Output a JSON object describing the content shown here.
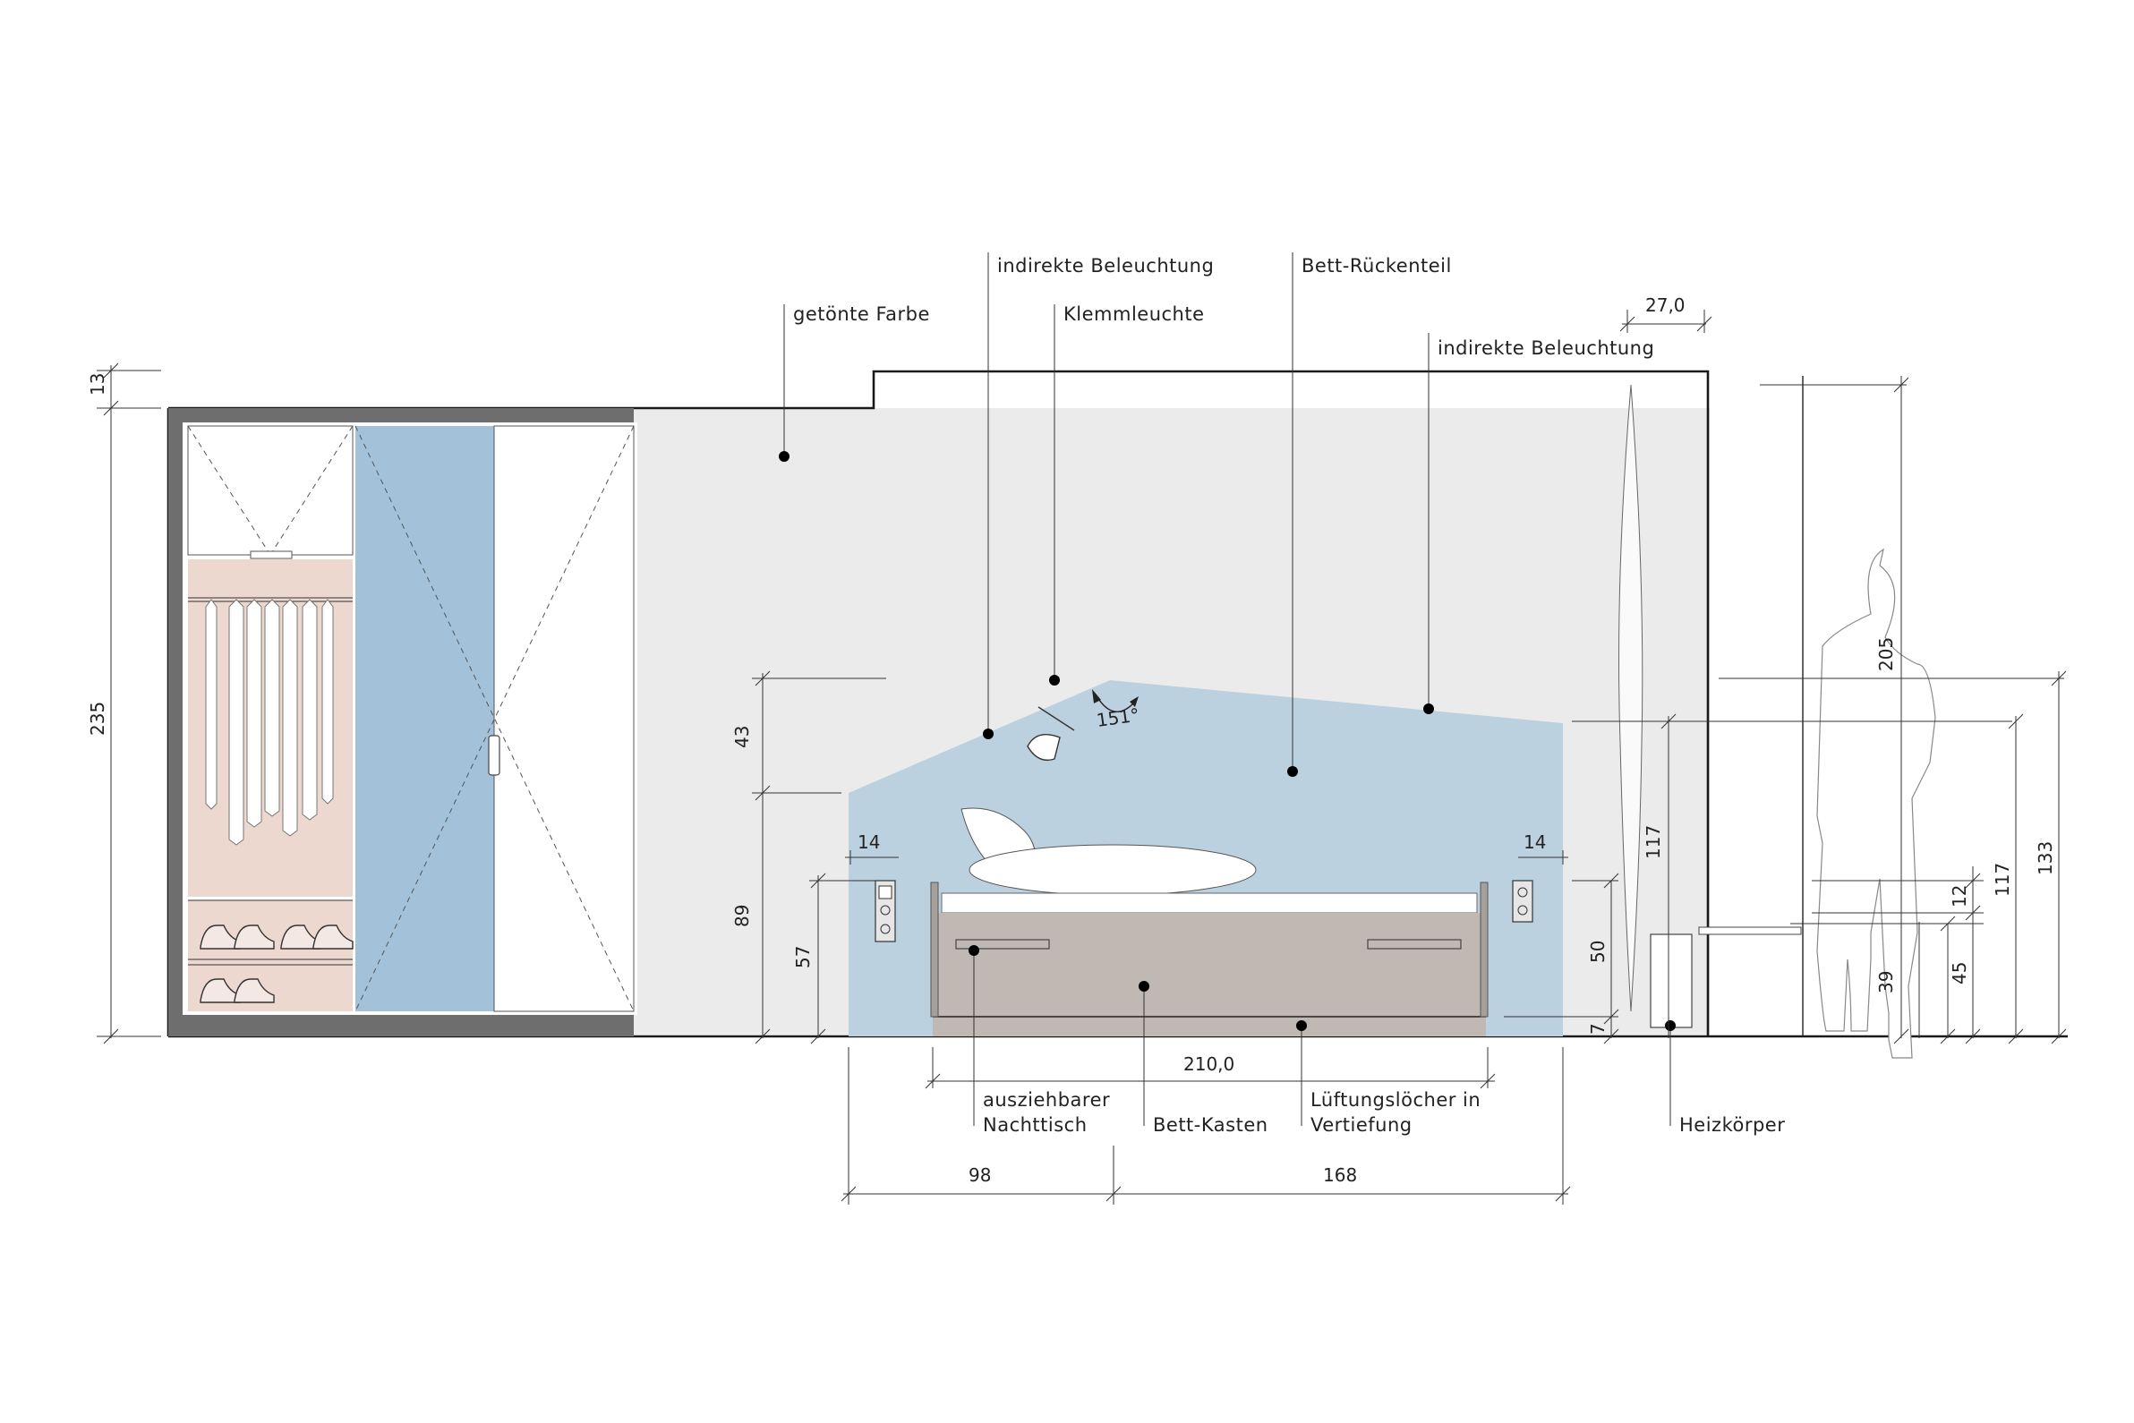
{
  "labels": {
    "toned_color": "getönte Farbe",
    "indirect_light_1": "indirekte Beleuchtung",
    "clamp_lamp": "Klemmleuchte",
    "bed_headboard": "Bett-Rückenteil",
    "indirect_light_2": "indirekte Beleuchtung",
    "pullout_nightstand_1": "ausziehbarer",
    "pullout_nightstand_2": "Nachttisch",
    "bed_box": "Bett-Kasten",
    "vent_holes_1": "Lüftungslöcher in",
    "vent_holes_2": "Vertiefung",
    "radiator": "Heizkörper"
  },
  "dimensions": {
    "d13": "13",
    "d235": "235",
    "d27": "27,0",
    "d43": "43",
    "d89": "89",
    "d57": "57",
    "d14_left": "14",
    "d14_right": "14",
    "angle": "151°",
    "d210": "210,0",
    "d98": "98",
    "d168": "168",
    "d117_left": "117",
    "d50": "50",
    "d7": "7",
    "d205": "205",
    "d12": "12",
    "d117_right": "117",
    "d133": "133",
    "d45": "45",
    "d39": "39"
  },
  "colors": {
    "wall_tone": "#ebebeb",
    "headboard_blue": "#bcd1e0",
    "door_blue": "#a3c1d8",
    "wardrobe_pink": "#ecd8cf",
    "bed_box": "#bfb8b3",
    "wardrobe_frame": "#6e6e6e"
  }
}
